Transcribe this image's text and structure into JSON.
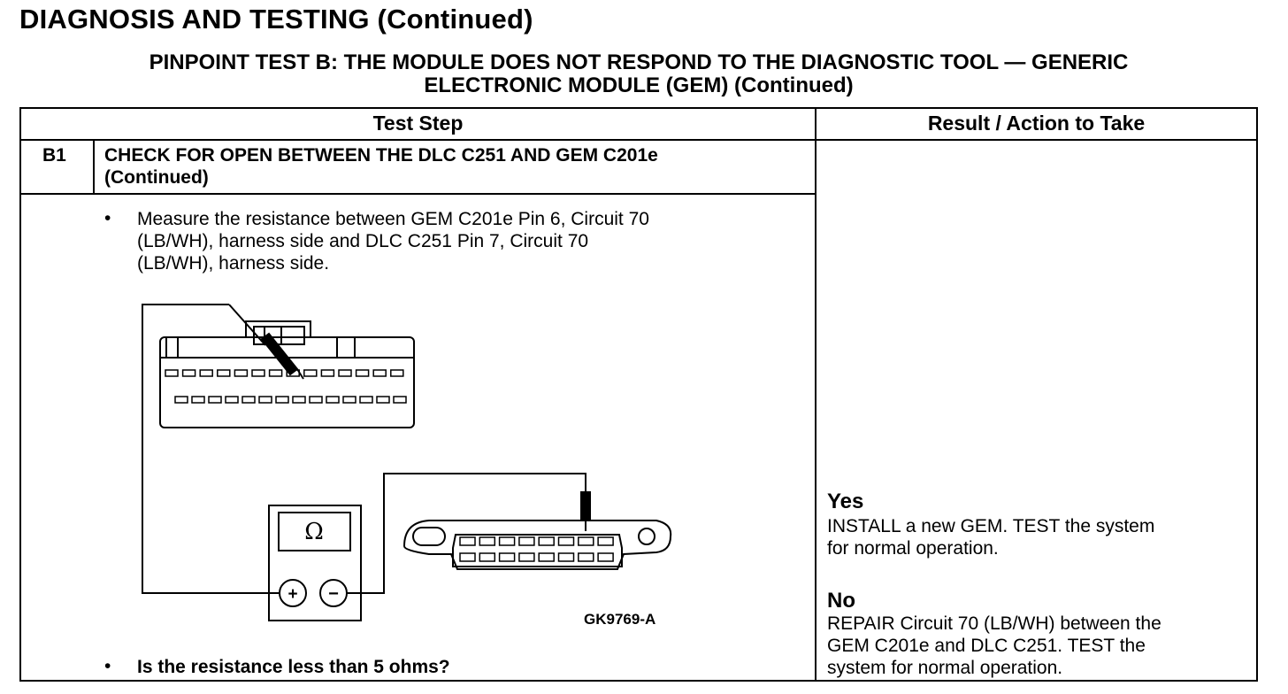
{
  "page": {
    "title": "DIAGNOSIS AND TESTING (Continued)",
    "subtitle_line1": "PINPOINT TEST B: THE MODULE DOES NOT RESPOND TO THE DIAGNOSTIC TOOL — GENERIC",
    "subtitle_line2": "ELECTRONIC MODULE (GEM) (Continued)"
  },
  "table": {
    "header_test_step": "Test Step",
    "header_result": "Result / Action to Take",
    "step": {
      "id": "B1",
      "heading_line1": "CHECK FOR OPEN BETWEEN THE DLC C251 AND GEM C201e",
      "heading_line2": "(Continued)",
      "bullet_symbol": "•",
      "instruction_lines": [
        "Measure the resistance between GEM C201e Pin 6, Circuit 70",
        "(LB/WH), harness side and DLC C251 Pin 7, Circuit 70",
        "(LB/WH), harness side."
      ],
      "question": "Is the resistance less than 5 ohms?"
    },
    "results": {
      "yes_label": "Yes",
      "yes_lines": [
        "INSTALL a new GEM. TEST the system",
        "for normal operation."
      ],
      "no_label": "No",
      "no_lines": [
        "REPAIR Circuit 70 (LB/WH) between the",
        "GEM C201e and DLC C251. TEST the",
        "system for normal operation."
      ]
    }
  },
  "figure": {
    "id": "GK9769-A",
    "meter_symbol": "Ω",
    "plus_symbol": "+",
    "minus_symbol": "−",
    "icons": [
      "gem-connector-icon",
      "multimeter-icon",
      "dlc-connector-icon",
      "test-probe-icon"
    ]
  }
}
